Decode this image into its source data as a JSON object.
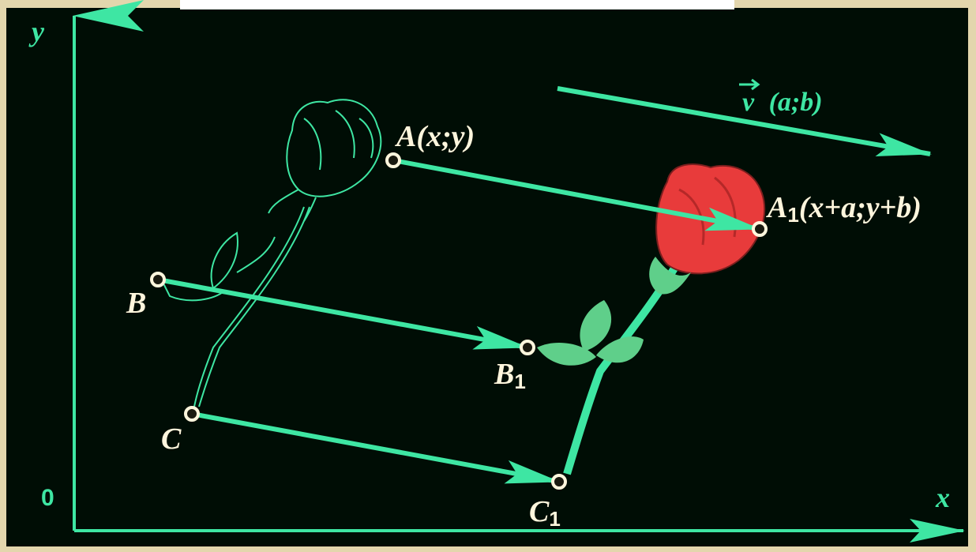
{
  "diagram": {
    "axes": {
      "x_label": "x",
      "y_label": "y",
      "origin_label": "0"
    },
    "vector": {
      "letter": "v",
      "params": "(a;b)"
    },
    "points": {
      "A": {
        "name": "A",
        "coords": "(x;y)"
      },
      "A1": {
        "name": "A",
        "sub": "1",
        "coords": "(x+a;y+b)"
      },
      "B": {
        "name": "B"
      },
      "B1": {
        "name": "B",
        "sub": "1"
      },
      "C": {
        "name": "C"
      },
      "C1": {
        "name": "C",
        "sub": "1"
      }
    },
    "colors": {
      "background": "#000d05",
      "frame": "#e3d6ad",
      "arrow": "#3ee6a3",
      "point_fill": "#1a1a10",
      "point_stroke": "#fff6dd",
      "rose_red": "#e83b3b",
      "leaf_green": "#5fcf8a"
    }
  }
}
